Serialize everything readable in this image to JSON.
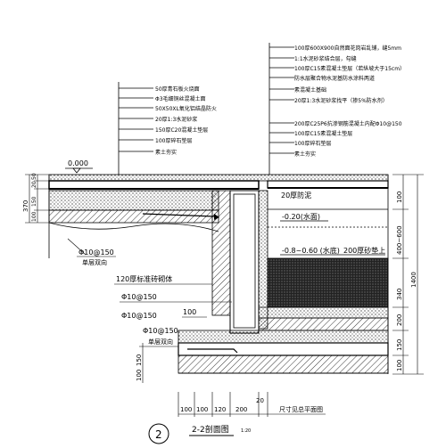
{
  "notes_top_right": [
    "100厚600X900自然面花岗岩乱铺，缝5mm",
    "1:1水泥砂浆结合层，勾缝",
    "100厚C15素混凝土垫层（若纵坡大于15cm）",
    "防水层聚合物水泥基防水涂料两道",
    "素混凝土基础",
    "20厚1:3水泥砂浆找平（掺5%防水剂）"
  ],
  "notes_mid_left": [
    "50厚青石板火烧面",
    "Φ3毛细铜丝混凝土面",
    "50X50XL氧化铝结晶防火",
    "20厚1:3水泥砂浆",
    "150厚C20混凝土垫层",
    "100厚碎石垫层",
    "素土夯实"
  ],
  "notes_mid_right": [
    "200厚C25P6抗渗钢筋混凝土内配Φ10@150",
    "100厚C15素混凝土垫层",
    "100厚碎石垫层",
    "素土夯实"
  ],
  "labels": {
    "elev_top": "0.000",
    "layer_20": "20厚防泥",
    "elev_water": "-0.20(水面)",
    "elev_bottom": "-0.8~0.60 (水底)",
    "sand_fill": "200厚砂垫上",
    "rebar_a": "Φ10@150",
    "single_dir_a": "单层双向",
    "wall_note": "120厚标准砖砌体",
    "rebar_b": "Φ10@150",
    "rebar_c": "Φ10@150",
    "dim_100": "100",
    "rebar_d": "Φ10@150",
    "single_dir_b": "单层双向",
    "plan_note": "尺寸见总平面图",
    "section_no": "2",
    "section_title": "2-2剖面图",
    "scale": "1:20"
  },
  "dims_left": {
    "total": "370",
    "a": "50",
    "b": "20",
    "c": "150",
    "d": "100",
    "e": "150",
    "f": "100"
  },
  "dims_right": {
    "a": "100",
    "b": "400~600",
    "c": "340",
    "d": "1400",
    "e": "200",
    "f": "150",
    "g": "100"
  },
  "dims_bottom": {
    "a": "100",
    "b": "100",
    "c": "120",
    "d": "200",
    "e": "20"
  }
}
